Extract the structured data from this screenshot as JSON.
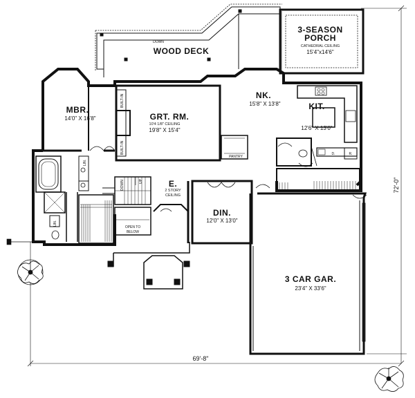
{
  "rooms": {
    "porch": {
      "name_line1": "3-SEASON",
      "name_line2": "PORCH",
      "note": "CATHEDRAL CEILING",
      "dims": "15'4\"x14'6\""
    },
    "deck": {
      "name": "WOOD DECK",
      "down": "DOWN"
    },
    "mbr": {
      "name": "MBR.",
      "dims": "14'0\" X 16'8\""
    },
    "grt": {
      "name": "GRT. RM.",
      "note": "10'4 1/8\" CEILING",
      "dims": "19'8\" X 15'4\""
    },
    "nk": {
      "name": "NK.",
      "dims": "15'8\" X 13'8\""
    },
    "kit": {
      "name": "KIT.",
      "dims": "12'6\" X 13'0\""
    },
    "entry": {
      "name": "E.",
      "note_line1": "2 STORY",
      "note_line2": "CEILING"
    },
    "din": {
      "name": "DIN.",
      "dims": "12'0\" X 13'0\""
    },
    "gar": {
      "name": "3 CAR GAR.",
      "dims": "23'4\" X 33'6\""
    }
  },
  "labels": {
    "pantry": "PANTRY",
    "built_in_1": "BUILT-IN",
    "built_in_2": "BUILT-IN",
    "lin_1": "LIN.",
    "lin_2": "LIN.",
    "down_stair": "DOWN",
    "up_stair": "UP",
    "open_to_below_1": "OPEN TO",
    "open_to_below_2": "BELOW",
    "dw": "D.",
    "ref": "R."
  },
  "dimensions": {
    "overall_width": "69'-8\"",
    "overall_depth": "72'-0\""
  }
}
